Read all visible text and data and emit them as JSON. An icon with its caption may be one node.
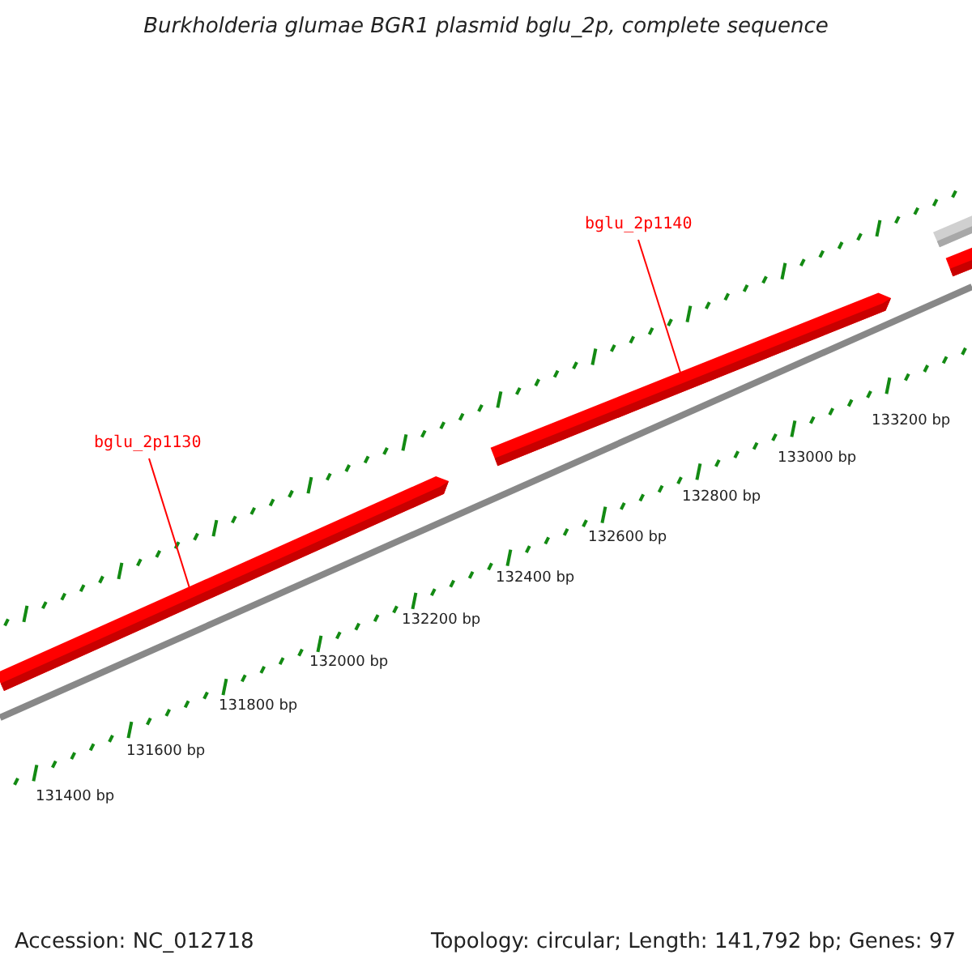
{
  "diagram": {
    "title": "Burkholderia glumae BGR1 plasmid bglu_2p, complete sequence",
    "nodes": [
      {
        "text": [
          "bglu_2p1130"
        ]
      },
      {
        "text": [],
        "shape": "bar"
      },
      {
        "text": [
          "bglu_2p1140"
        ]
      },
      {
        "text": [],
        "shape": "bar"
      },
      {
        "text": [],
        "shape": "bar"
      },
      {
        "text": [],
        "shape": "bar"
      }
    ],
    "edges": [
      {
        "from": 0,
        "to": 1,
        "arrow": "none"
      },
      {
        "from": 2,
        "to": 3,
        "arrow": "none"
      }
    ],
    "labels": [
      "133200 bp",
      "133000 bp",
      "132800 bp",
      "132600 bp",
      "132400 bp",
      "132200 bp",
      "132000 bp",
      "131800 bp",
      "131600 bp",
      "131400 bp",
      "Accession: NC_012718",
      "Topology: circular; Length: 141,792 bp; Genes: 97"
    ]
  }
}
